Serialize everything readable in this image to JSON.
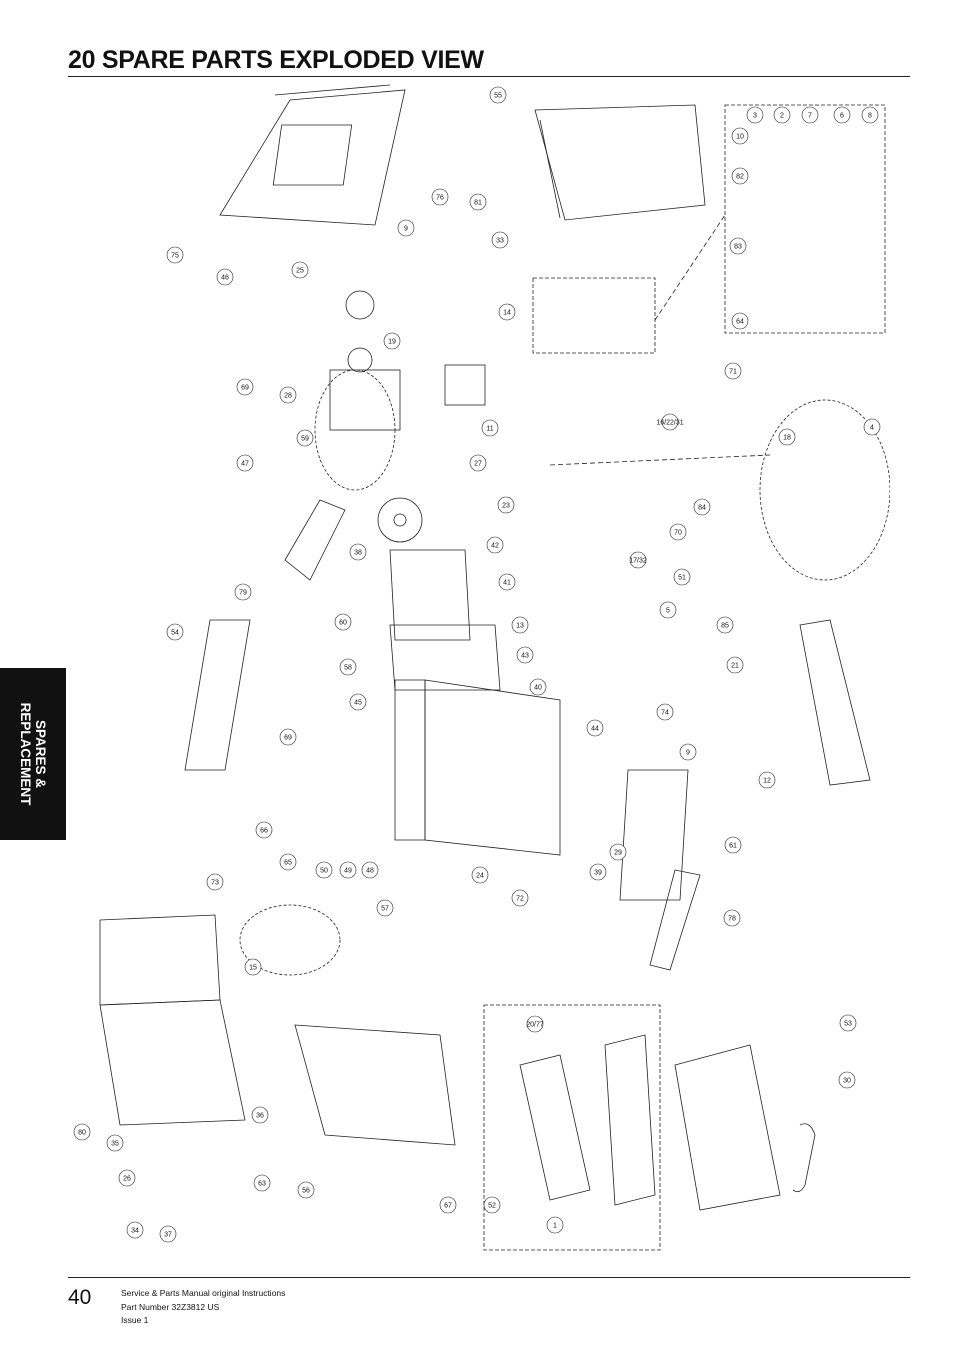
{
  "header": {
    "title": "20  SPARE PARTS EXPLODED VIEW"
  },
  "side_tab": {
    "line1": "SPARES &",
    "line2": "REPLACEMENT"
  },
  "callouts": [
    "55",
    "75",
    "46",
    "25",
    "9",
    "76",
    "81",
    "33",
    "14",
    "19",
    "69",
    "28",
    "11",
    "59",
    "27",
    "47",
    "23",
    "42",
    "38",
    "41",
    "17/32",
    "51",
    "79",
    "54",
    "60",
    "13",
    "43",
    "58",
    "45",
    "40",
    "5",
    "44",
    "69",
    "74",
    "9",
    "66",
    "65",
    "50",
    "49",
    "48",
    "57",
    "24",
    "72",
    "39",
    "29",
    "73",
    "15",
    "21",
    "12",
    "61",
    "78",
    "70",
    "84",
    "85",
    "71",
    "18",
    "4",
    "64",
    "83",
    "82",
    "10",
    "3",
    "2",
    "7",
    "6",
    "8",
    "16/22/31",
    "20/77",
    "53",
    "30",
    "52",
    "67",
    "1",
    "56",
    "80",
    "35",
    "26",
    "34",
    "37",
    "36",
    "63"
  ],
  "footer": {
    "page_number": "40",
    "line1": "Service & Parts Manual original Instructions",
    "line2": "Part Number 32Z3812 US",
    "line3": "Issue 1"
  }
}
